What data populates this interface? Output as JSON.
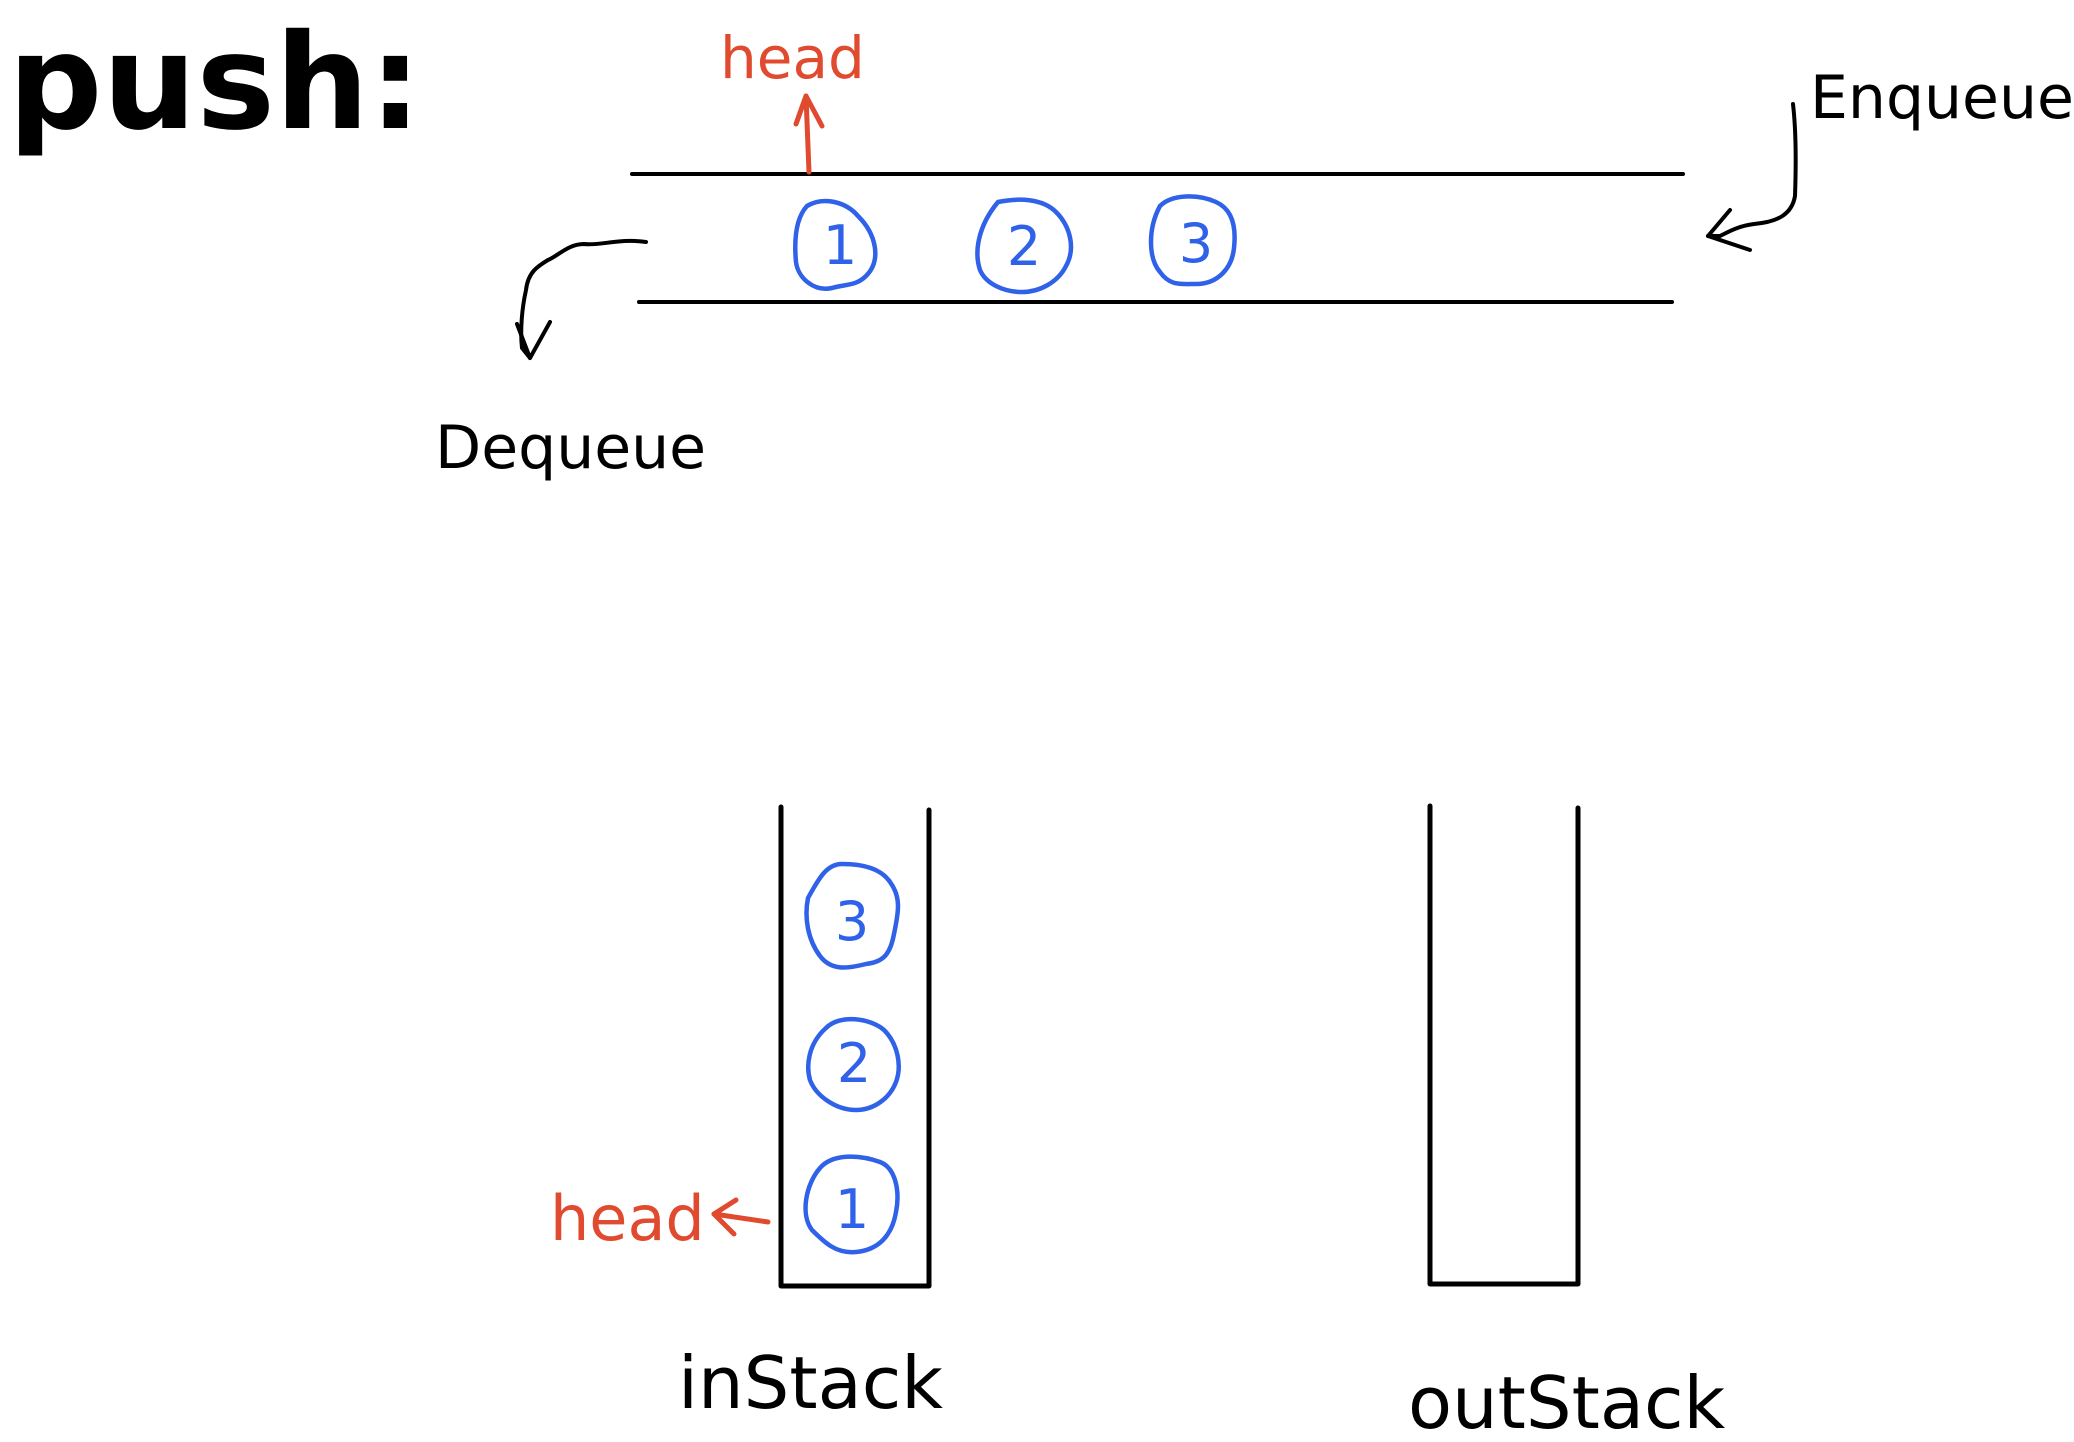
{
  "title": "push:",
  "colors": {
    "ink": "#000000",
    "accent": "#e04a2f",
    "node": "#2f62e8"
  },
  "queue": {
    "head_label": "head",
    "enqueue_label": "Enqueue",
    "dequeue_label": "Dequeue",
    "items": [
      "1",
      "2",
      "3"
    ]
  },
  "stacks": {
    "in_stack": {
      "label": "inStack",
      "head_label": "head",
      "items_top_to_bottom": [
        "3",
        "2",
        "1"
      ]
    },
    "out_stack": {
      "label": "outStack",
      "items_top_to_bottom": []
    }
  }
}
